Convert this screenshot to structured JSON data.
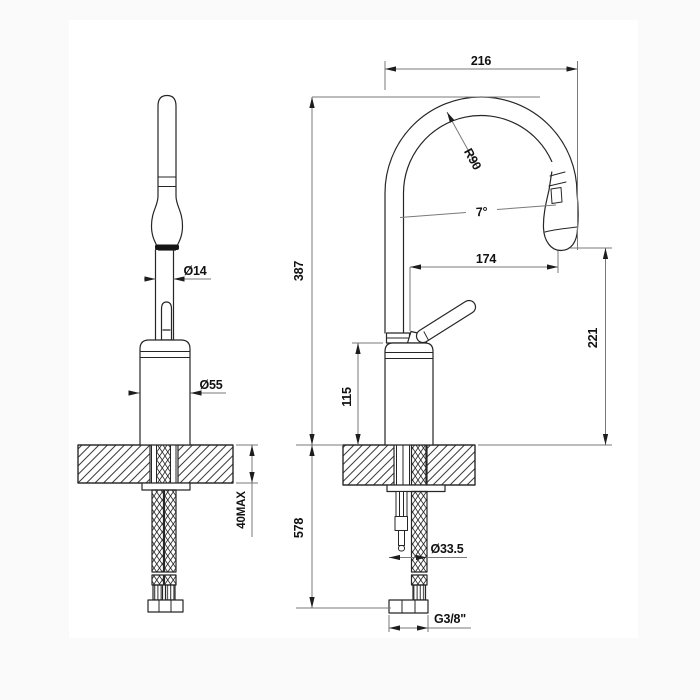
{
  "drawing": {
    "title": "faucet-technical-drawing",
    "colors": {
      "page_background": "#fafafa",
      "paper": "#ffffff",
      "object_line": "#262626",
      "dimension_line": "#7a7a7a",
      "text": "#111111"
    },
    "dimensions": {
      "front": [
        {
          "id": "spout_tube_diameter",
          "label": "Ø14"
        },
        {
          "id": "body_diameter",
          "label": "Ø55"
        },
        {
          "id": "max_deck_thickness",
          "label": "40MAX"
        }
      ],
      "side": [
        {
          "id": "overall_width",
          "label": "216"
        },
        {
          "id": "bend_radius",
          "label": "R90"
        },
        {
          "id": "spout_angle",
          "label": "7°"
        },
        {
          "id": "spout_reach",
          "label": "174"
        },
        {
          "id": "overall_height",
          "label": "387"
        },
        {
          "id": "body_height",
          "label": "115"
        },
        {
          "id": "outlet_height",
          "label": "221"
        },
        {
          "id": "hose_length",
          "label": "578"
        },
        {
          "id": "hole_diameter",
          "label": "Ø33.5"
        },
        {
          "id": "connection_thread",
          "label": "G3/8\""
        }
      ]
    }
  }
}
